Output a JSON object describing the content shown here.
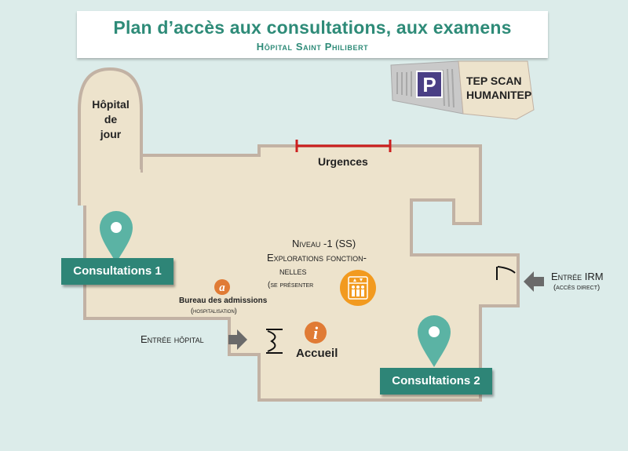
{
  "header": {
    "title": "Plan d’accès aux consultations, aux examens",
    "subtitle": "Hôpital Saint Philibert"
  },
  "labels": {
    "hopital_de_jour_1": "Hôpital",
    "hopital_de_jour_2": "de",
    "hopital_de_jour_3": "jour",
    "urgences": "Urgences",
    "tep_scan_1": "TEP SCAN",
    "tep_scan_2": "HUMANITEP",
    "parking": "P",
    "niveau": "Niveau -1 (SS)",
    "explorations_1": "Explorations fonction-",
    "explorations_2": "nelles",
    "se_presenter": "(se présenter",
    "bureau_admissions": "Bureau des admissions",
    "hospitalisation": "(hospitalisation)",
    "accueil": "Accueil",
    "entree_hopital": "Entrée hôpital",
    "entree_irm": "Entrée IRM",
    "acces_direct": "(accès direct)"
  },
  "buttons": {
    "consultations_1": "Consultations 1",
    "consultations_2": "Consultations 2"
  },
  "icons": {
    "admissions_glyph": "a",
    "info_glyph": "i"
  },
  "colors": {
    "building": "#ede3cc",
    "building_stroke": "#c2b2a4",
    "accent": "#2e8b78",
    "pin": "#5bb3a4",
    "orange": "#e07b35",
    "elevator": "#f29a1f",
    "urgences_bar": "#cc1f1f",
    "parking": "#4a3f85"
  }
}
